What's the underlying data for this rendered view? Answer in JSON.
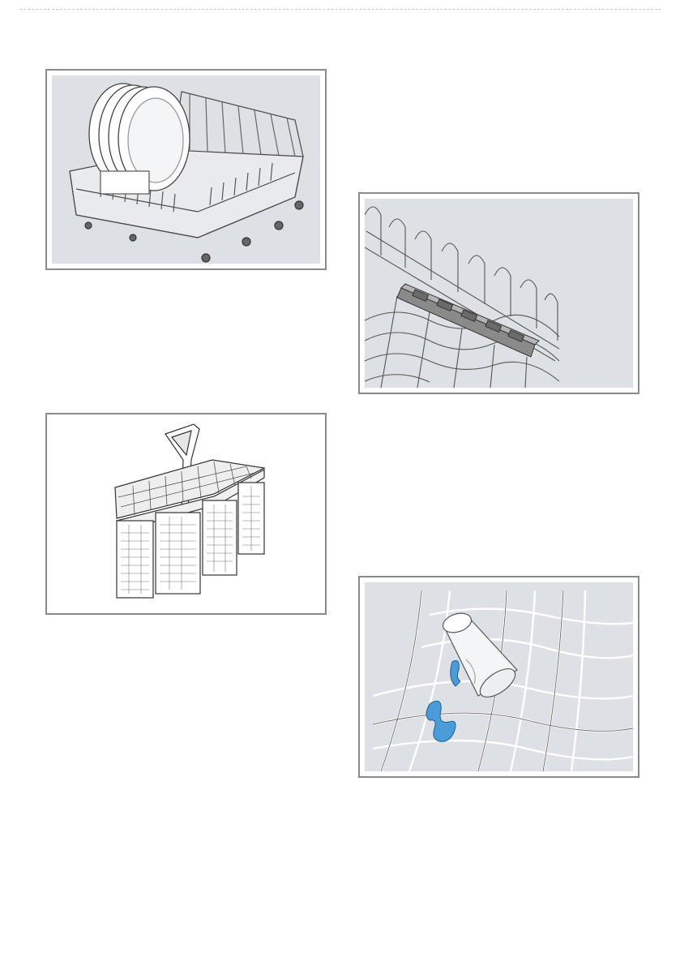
{
  "figures": [
    {
      "id": "dish-rack",
      "icon": "dish-rack-illustration",
      "background": "#dde0e4"
    },
    {
      "id": "cutlery-basket",
      "icon": "cutlery-basket-illustration",
      "background": "#ffffff"
    },
    {
      "id": "cup-shelf",
      "icon": "cup-shelf-illustration",
      "background": "#dde0e4"
    },
    {
      "id": "glass-holder",
      "icon": "glass-holder-illustration",
      "background": "#dde0e4",
      "accent": "#3a8fd0"
    }
  ]
}
